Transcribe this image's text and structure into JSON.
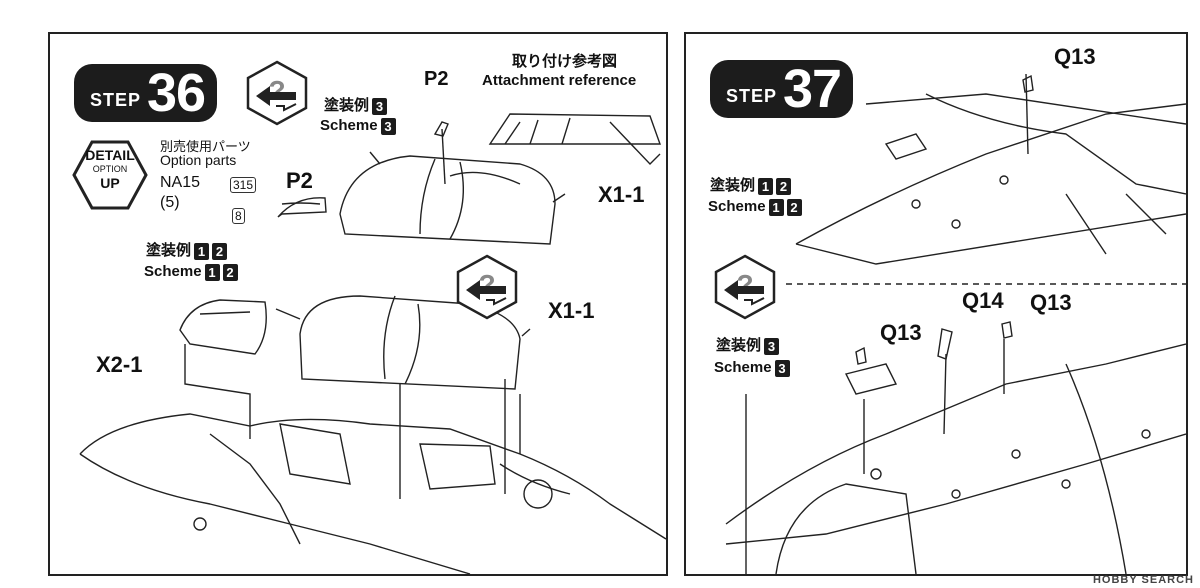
{
  "step36": {
    "step_word": "STEP",
    "step_number": "36",
    "attach_ref_jp": "取り付け参考図",
    "attach_ref_en": "Attachment reference",
    "detail_badge": {
      "line1": "DETAIL",
      "line2": "OPTION",
      "line3": "UP"
    },
    "option_parts_jp": "別売使用パーツ",
    "option_parts_en": "Option parts",
    "na_code": "NA15",
    "na_qty": "(5)",
    "part_315": "315",
    "part_8": "8",
    "part_p2_option": "P2",
    "part_p2_top": "P2",
    "scheme3_jp": "塗装例",
    "scheme3_en": "Scheme",
    "scheme3_num": "3",
    "scheme12_jp": "塗装例",
    "scheme12_en": "Scheme",
    "scheme12_nums": [
      "1",
      "2"
    ],
    "x11_top": "X1-1",
    "x11_mid": "X1-1",
    "x21": "X2-1"
  },
  "step37": {
    "step_word": "STEP",
    "step_number": "37",
    "q13_top": "Q13",
    "scheme12_jp": "塗装例",
    "scheme12_en": "Scheme",
    "scheme12_nums": [
      "1",
      "2"
    ],
    "scheme3_jp": "塗装例",
    "scheme3_en": "Scheme",
    "scheme3_num": "3",
    "q13_left": "Q13",
    "q14": "Q14",
    "q13_right": "Q13"
  },
  "watermark": "HOBBY SEARCH"
}
